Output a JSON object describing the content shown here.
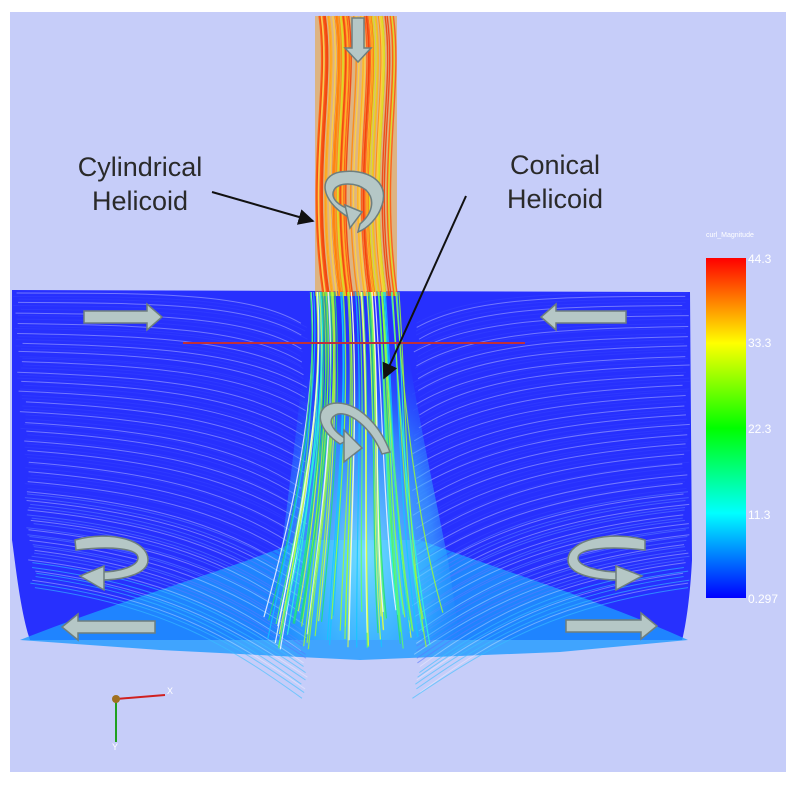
{
  "labels": {
    "cylindrical": [
      "Cylindrical",
      "Helicoid"
    ],
    "conical": [
      "Conical",
      "Helicoid"
    ]
  },
  "colorbar": {
    "title": "curl_Magnitude",
    "ticks": [
      "44.3",
      "33.3",
      "22.3",
      "11.3",
      "0.297"
    ],
    "min": 0.297,
    "max": 44.3,
    "colormap": [
      "#0000ff",
      "#00ffff",
      "#00ff00",
      "#ffff00",
      "#ff0000"
    ]
  },
  "axes": {
    "x": "X",
    "y": "Y"
  },
  "colors": {
    "background": "#c6cdf9",
    "low_flow": "#1a1aff",
    "arrow_fill": "#b5c7c6",
    "arrow_stroke": "#6e7f7e",
    "cut_line": "#c0303a"
  },
  "icons": [
    "down-arrow-icon",
    "right-arrow-icon",
    "left-arrow-icon",
    "swirl-arrow-icon"
  ]
}
